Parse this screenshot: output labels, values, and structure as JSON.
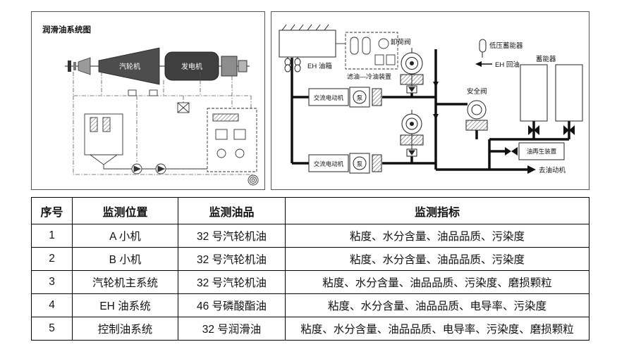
{
  "left": {
    "title": "润滑油系统图",
    "turbine": "汽轮机",
    "generator": "发电机"
  },
  "right": {
    "eh_tank": "EH 油箱",
    "filter_cooler": "滤油—冷油装置",
    "unloading_valve": "卸荷阀",
    "low_pressure_accumulator": "低压蓄能器",
    "eh_return": "EH 回油",
    "accumulator": "蓄能器",
    "ac_motor_top": "交流电动机",
    "ac_motor_bottom": "交流电动机",
    "pump_top": "泵",
    "pump_bottom": "泵",
    "safety_valve": "安全阀",
    "oil_regen": "油再生装置",
    "to_oil_motor": "去油动机"
  },
  "table": {
    "headers": [
      "序号",
      "监测位置",
      "监测油品",
      "监测指标"
    ],
    "rows": [
      [
        "1",
        "A 小机",
        "32 号汽轮机油",
        "粘度、水分含量、油品品质、污染度"
      ],
      [
        "2",
        "B 小机",
        "32 号汽轮机油",
        "粘度、水分含量、油品品质、污染度"
      ],
      [
        "3",
        "汽轮机主系统",
        "32 号汽轮机油",
        "粘度、水分含量、油品品质、污染度、磨损颗粒"
      ],
      [
        "4",
        "EH 油系统",
        "46 号磷酸酯油",
        "粘度、水分含量、油品品质、电导率、污染度"
      ],
      [
        "5",
        "控制油系统",
        "32 号润滑油",
        "粘度、水分含量、油品品质、电导率、污染度、磨损颗粒"
      ]
    ]
  }
}
